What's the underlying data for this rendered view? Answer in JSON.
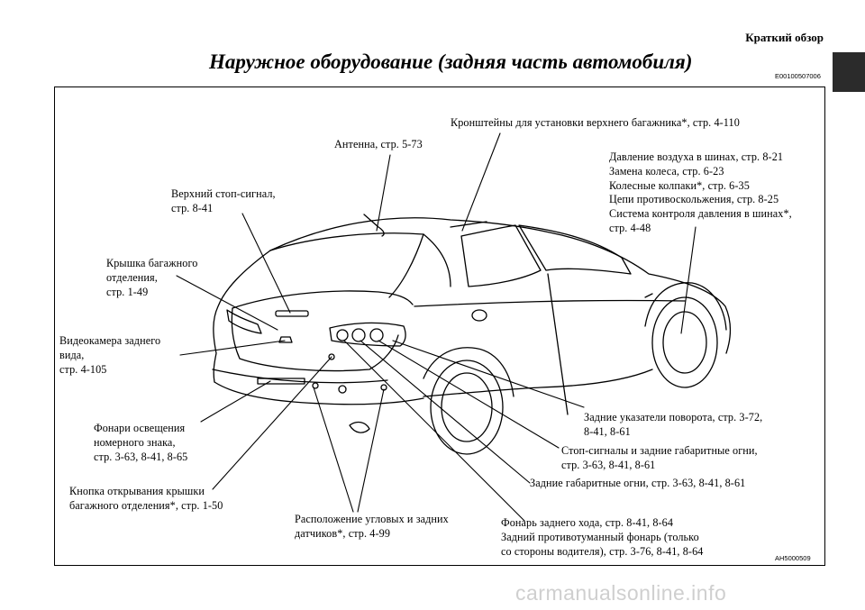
{
  "header": {
    "section": "Краткий обзор",
    "title": "Наружное оборудование (задняя часть автомобиля)",
    "code": "E00100507006"
  },
  "figure": {
    "code": "AH5000509",
    "labels": {
      "antenna": "Антенна, стр. 5-73",
      "brackets": "Кронштейны для установки верхнего багажника*, стр. 4-110",
      "stoplamp": "Верхний стоп-сигнал,\nстр. 8-41",
      "tires": "Давление воздуха в шинах, стр. 8-21\nЗамена колеса, стр. 6-23\nКолесные колпаки*, стр. 6-35\nЦепи противоскольжения, стр. 8-25\nСистема контроля давления в шинах*,\nстр. 4-48",
      "trunk": "Крышка багажного\nотделения,\nстр. 1-49",
      "camera": "Видеокамера заднего\nвида,\nстр. 4-105",
      "plate": "Фонари освещения\nномерного знака,\nстр. 3-63, 8-41, 8-65",
      "opener": "Кнопка открывания крышки\nбагажного отделения*, стр. 1-50",
      "sensors": "Расположение угловых и задних\nдатчиков*, стр. 4-99",
      "turn": "Задние указатели поворота, стр. 3-72,\n8-41, 8-61",
      "stoptail": "Стоп-сигналы и задние габаритные огни,\nстр. 3-63, 8-41, 8-61",
      "tail": "Задние габаритные огни, стр. 3-63, 8-41, 8-61",
      "reverse": "Фонарь заднего хода, стр. 8-41, 8-64\nЗадний противотуманный фонарь (только\nсо стороны водителя), стр. 3-76, 8-41, 8-64"
    }
  },
  "watermark": "carmanualsonline.info"
}
